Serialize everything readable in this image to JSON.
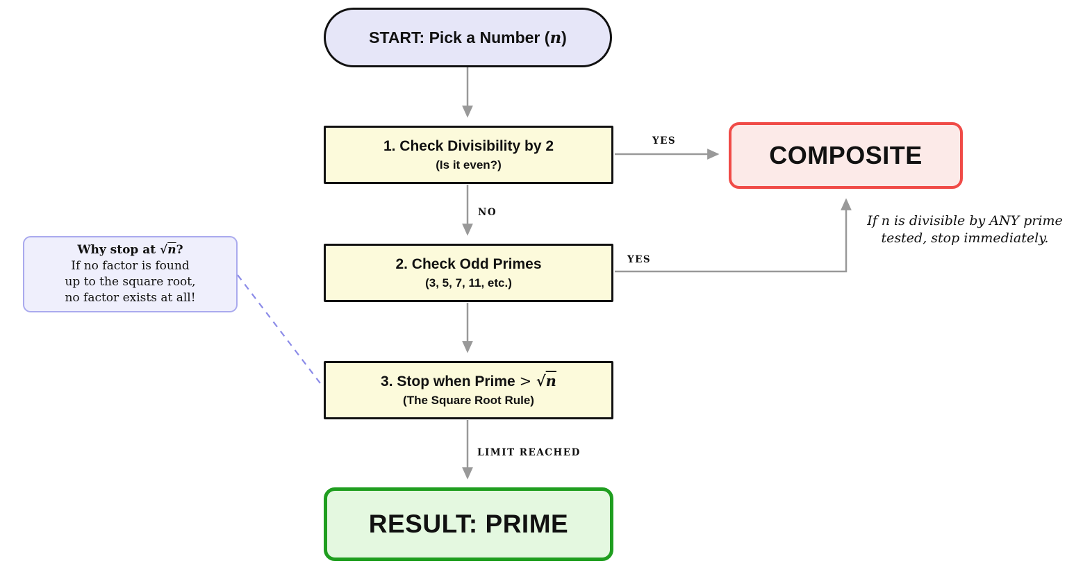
{
  "colors": {
    "start_fill": "#e6e6f8",
    "step_fill": "#fcfadb",
    "node_border": "#111111",
    "composite_fill": "#fceae8",
    "composite_border": "#f04b47",
    "prime_fill": "#e4f8e0",
    "prime_border": "#1f9e1f",
    "note_fill": "#efeffc",
    "note_border": "#aaaaee",
    "edge_gray": "#999999",
    "dashed_violet": "#8b8be8"
  },
  "nodes": {
    "start": {
      "label_prefix": "START: Pick a Number (",
      "var": "n",
      "label_suffix": ")"
    },
    "step1": {
      "title": "1. Check Divisibility by 2",
      "subtitle": "(Is it even?)"
    },
    "step2": {
      "title": "2. Check Odd Primes",
      "subtitle": "(3, 5, 7, 11, etc.)"
    },
    "step3": {
      "title_prefix": "3. Stop when Prime ",
      "gt": "> ",
      "sqrt": "√",
      "sqrt_arg": "n",
      "subtitle": "(The Square Root Rule)"
    },
    "composite": {
      "label": "COMPOSITE"
    },
    "prime": {
      "label": "RESULT: PRIME"
    }
  },
  "edge_labels": {
    "step1_yes": "YES",
    "step1_no": "NO",
    "step2_yes": "YES",
    "step3_limit": "LIMIT REACHED"
  },
  "annotations": {
    "side_note": {
      "title_prefix": "Why stop at ",
      "sqrt": "√",
      "sqrt_arg": "n",
      "title_suffix": "?",
      "lines": [
        "If no factor is found",
        "up to the square root,",
        "no factor exists at all!"
      ]
    },
    "composite_note": {
      "lines": [
        "If n is divisible by ANY prime",
        "tested, stop immediately."
      ]
    }
  }
}
